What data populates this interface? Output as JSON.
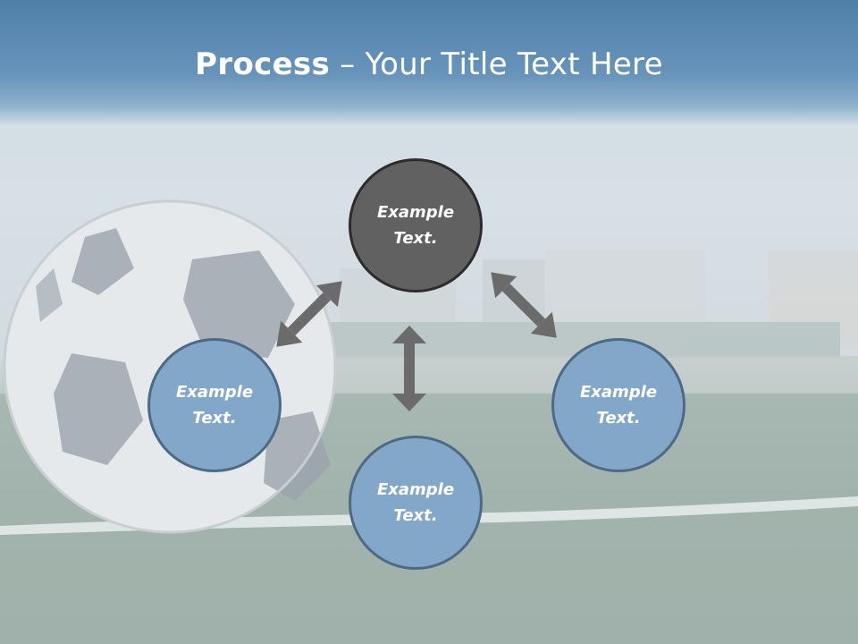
{
  "slide": {
    "title_bold": "Process",
    "title_sep": " – ",
    "title_rest": "Your Title Text Here"
  },
  "nodes": {
    "top": {
      "line1": "Example",
      "line2": "Text."
    },
    "left": {
      "line1": "Example",
      "line2": "Text."
    },
    "right": {
      "line1": "Example",
      "line2": "Text."
    },
    "bottom": {
      "line1": "Example",
      "line2": "Text."
    }
  },
  "colors": {
    "title_band": "#5a88b2",
    "center_node": "#616161",
    "outer_node": "#82a7c8",
    "node_border": "#4d6a85",
    "arrow": "#6b6b6b"
  }
}
